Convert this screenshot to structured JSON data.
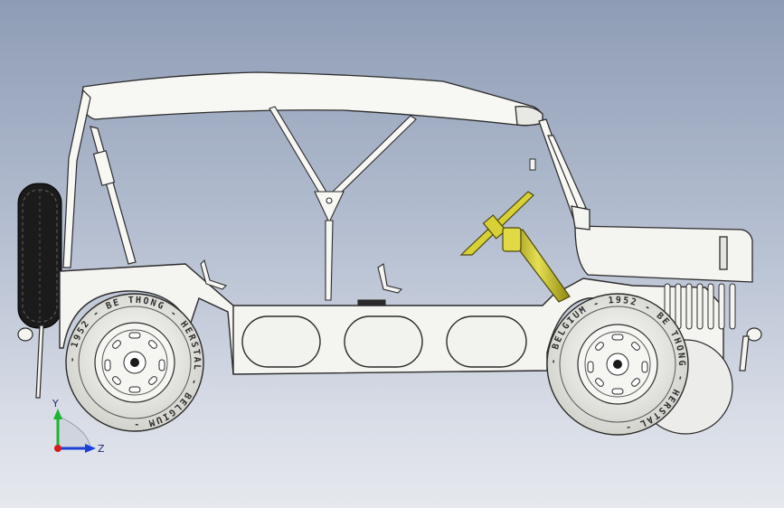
{
  "viewport": {
    "background_top": "#8e9cb5",
    "background_bottom": "#e6e8ee"
  },
  "model": {
    "rear_tire_text": "- 1952 - BE THONG - HERSTAL - BELGIUM -",
    "front_tire_text": "- BELGIUM - 1952 - BE THONG - HERSTAL -",
    "colors": {
      "body": "#f4f4f0",
      "outline": "#2b2b2b",
      "tire": "#e9e9e4",
      "steering": "#c9c230",
      "spare_tire": "#1e1e1e"
    }
  },
  "triad": {
    "y_label": "Y",
    "z_label": "Z",
    "colors": {
      "y": "#19b532",
      "z": "#1c3fd6",
      "x": "#d41c1c"
    }
  }
}
